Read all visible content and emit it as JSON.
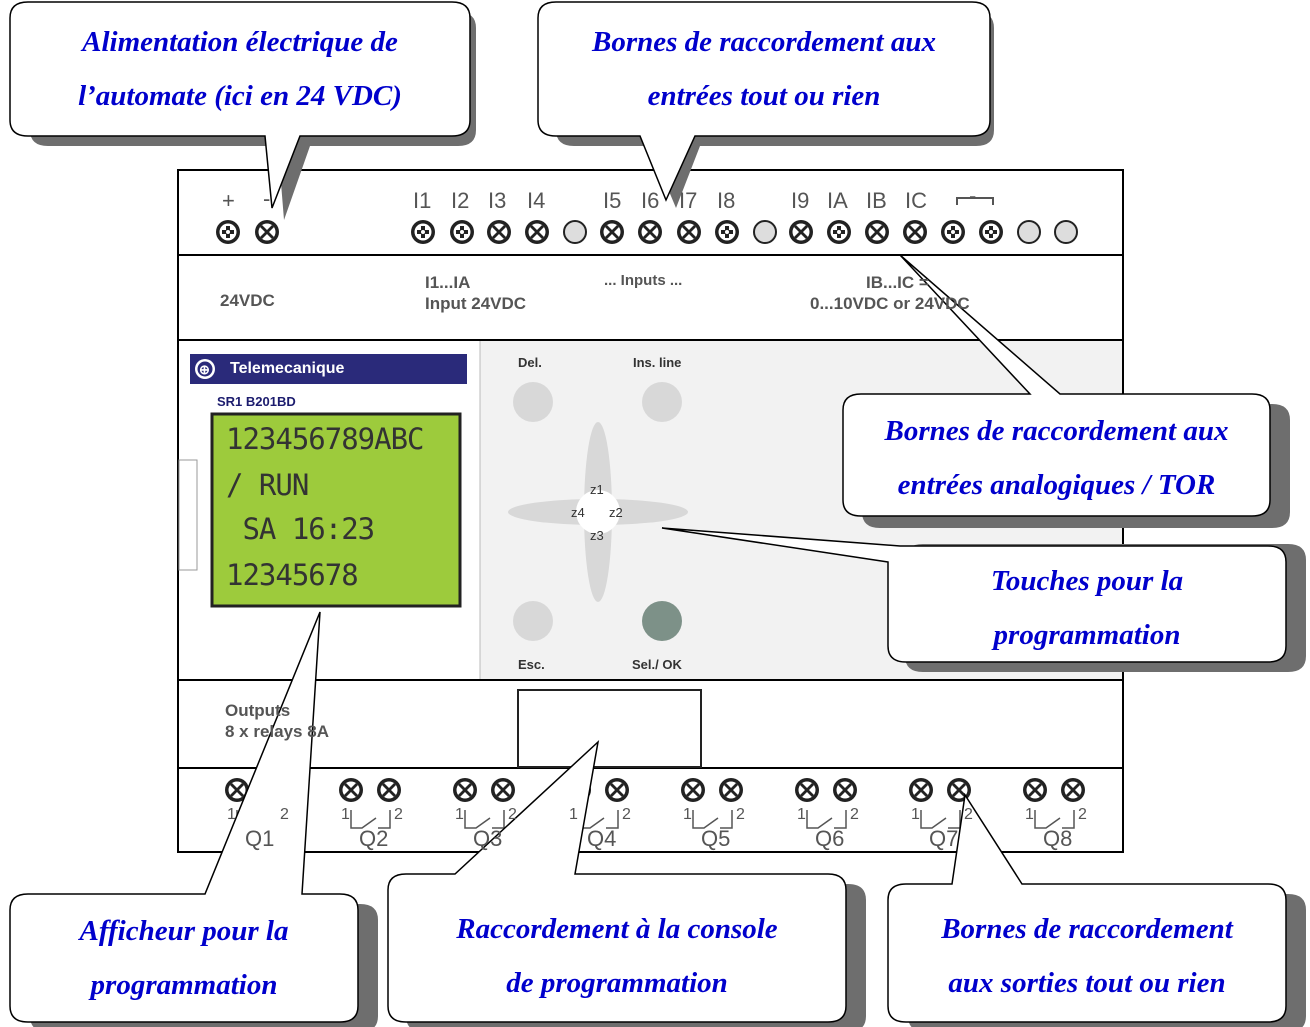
{
  "callouts": {
    "power": [
      "Alimentation électrique de",
      "l’automate (ici en 24 VDC)"
    ],
    "digital_inputs": [
      "Bornes de raccordement aux",
      "entrées tout ou rien"
    ],
    "analog_inputs": [
      "Bornes de raccordement aux",
      "entrées analogiques / TOR"
    ],
    "keys": [
      "Touches pour la",
      "programmation"
    ],
    "display": [
      "Afficheur pour la",
      "programmation"
    ],
    "console": [
      "Raccordement à la console",
      "de programmation"
    ],
    "outputs": [
      "Bornes de raccordement",
      "aux sorties tout ou rien"
    ]
  },
  "terminals_top": {
    "plus": "+",
    "minus": "-",
    "inputs": [
      "I1",
      "I2",
      "I3",
      "I4",
      "I5",
      "I6",
      "I7",
      "I8",
      "I9",
      "IA",
      "IB",
      "IC"
    ],
    "ground": "-"
  },
  "band_top": {
    "supply": "24VDC",
    "range": "I1...IA",
    "input_type": "Input 24VDC",
    "inputs_center": "... Inputs ...",
    "analog_l1": "IB...IC =",
    "analog_l2": "0...10VDC or 24VDC"
  },
  "brand": {
    "name": "Telemecanique",
    "model": "SR1 B201BD"
  },
  "lcd": {
    "line1": "123456789ABC",
    "line2": "/ RUN",
    "line3": " SA 16:23",
    "line4": "12345678"
  },
  "keys": {
    "del": "Del.",
    "ins": "Ins. line",
    "esc": "Esc.",
    "sel": "Sel./ OK",
    "z1": "z1",
    "z2": "z2",
    "z3": "z3",
    "z4": "z4"
  },
  "band_bottom": {
    "outputs_l1": "Outputs",
    "outputs_l2": "8 x relays 8A"
  },
  "outputs": {
    "pin1": "1",
    "pin2": "2",
    "names": [
      "Q1",
      "Q2",
      "Q3",
      "Q4",
      "Q5",
      "Q6",
      "Q7",
      "Q8"
    ]
  }
}
